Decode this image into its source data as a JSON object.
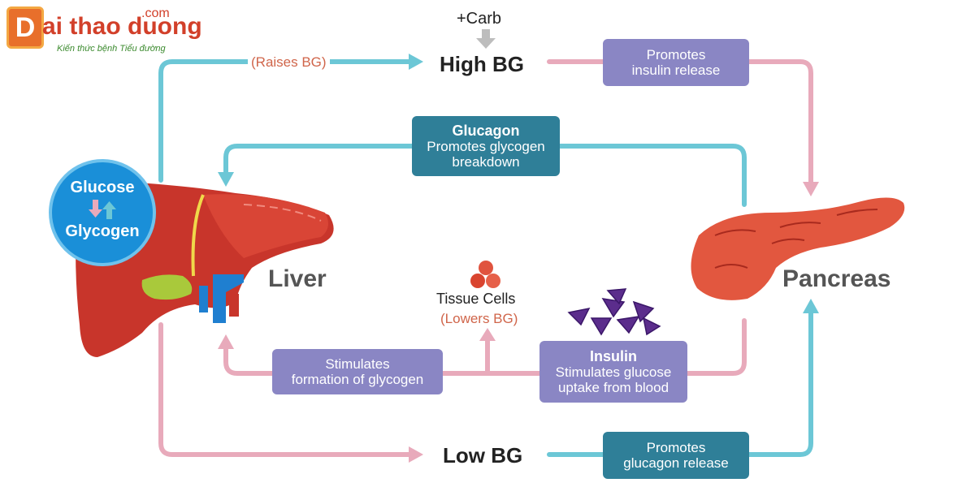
{
  "logo": {
    "mark": "D",
    "name": "ai thao duong",
    "domain": ".com",
    "tagline": "Kiến thức bệnh Tiểu đường"
  },
  "colors": {
    "pink_arrow": "#e8aabb",
    "teal_arrow": "#6cc7d6",
    "purple_box": "#8a86c4",
    "teal_box": "#2f7f98",
    "note_orange": "#d0654a",
    "liver_red": "#c8352b",
    "circle_blue": "#1a8fd8"
  },
  "carb_label": "+Carb",
  "high_bg": "High BG",
  "low_bg": "Low BG",
  "raises_bg": "(Raises BG)",
  "lowers_bg": "(Lowers BG)",
  "tissue_cells": "Tissue Cells",
  "liver_label": "Liver",
  "pancreas_label": "Pancreas",
  "glucose_circle": {
    "top": "Glucose",
    "bottom": "Glycogen"
  },
  "boxes": {
    "promotes_insulin": [
      "Promotes",
      "insulin release"
    ],
    "glucagon": {
      "title": "Glucagon",
      "lines": [
        "Promotes glycogen",
        "breakdown"
      ]
    },
    "stimulates_glycogen": [
      "Stimulates",
      "formation of glycogen"
    ],
    "insulin": {
      "title": "Insulin",
      "lines": [
        "Stimulates glucose",
        "uptake from blood"
      ]
    },
    "promotes_glucagon": [
      "Promotes",
      "glucagon release"
    ]
  },
  "icons": [
    "down-arrow-icon",
    "liver-illustration",
    "pancreas-illustration",
    "tissue-cells-icon",
    "insulin-molecules-icon"
  ]
}
